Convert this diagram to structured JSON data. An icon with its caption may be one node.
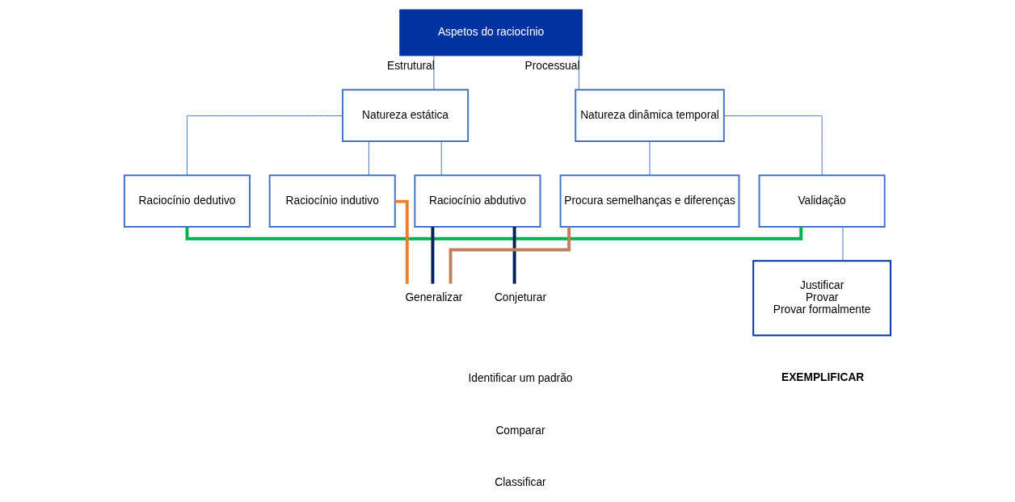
{
  "diagram": {
    "nodes": [
      {
        "text": [
          "Aspetos do raciocínio"
        ]
      },
      {
        "text": [
          "Natureza estática"
        ]
      },
      {
        "text": [
          "Natureza dinâmica temporal"
        ]
      },
      {
        "text": [
          "Raciocínio dedutivo"
        ]
      },
      {
        "text": [
          "Raciocínio indutivo"
        ]
      },
      {
        "text": [
          "Raciocínio abdutivo"
        ]
      },
      {
        "text": [
          "Procura semelhanças e diferenças"
        ]
      },
      {
        "text": [
          "Validação"
        ]
      },
      {
        "text": [
          "Generalizar"
        ]
      },
      {
        "text": [
          "Conjeturar"
        ]
      },
      {
        "text": [
          "Justificar",
          "Provar",
          "Provar formalmente"
        ]
      }
    ],
    "edges": [
      {
        "from": 0,
        "to": 1,
        "arrow": "none",
        "label": "Estrutural"
      },
      {
        "from": 0,
        "to": 2,
        "arrow": "none",
        "label": "Processual"
      },
      {
        "from": 1,
        "to": 3,
        "arrow": "none"
      },
      {
        "from": 1,
        "to": 4,
        "arrow": "none"
      },
      {
        "from": 1,
        "to": 5,
        "arrow": "none"
      },
      {
        "from": 2,
        "to": 6,
        "arrow": "none"
      },
      {
        "from": 2,
        "to": 7,
        "arrow": "none"
      },
      {
        "from": 3,
        "to": 7,
        "arrow": "none",
        "style": "thick",
        "color": "#00b050"
      },
      {
        "from": 4,
        "to": 8,
        "arrow": "none",
        "style": "thick",
        "color": "#ed7d31"
      },
      {
        "from": 5,
        "to": 8,
        "arrow": "none",
        "style": "thick",
        "color": "#002060"
      },
      {
        "from": 5,
        "to": 9,
        "arrow": "none",
        "style": "thick",
        "color": "#002060"
      },
      {
        "from": 6,
        "to": 8,
        "arrow": "none",
        "style": "thick",
        "color": "#c0805a"
      },
      {
        "from": 7,
        "to": 10,
        "arrow": "none"
      }
    ],
    "labels": [
      "Identificar um padrão",
      "Comparar",
      "Classificar",
      "EXEMPLIFICAR"
    ]
  }
}
